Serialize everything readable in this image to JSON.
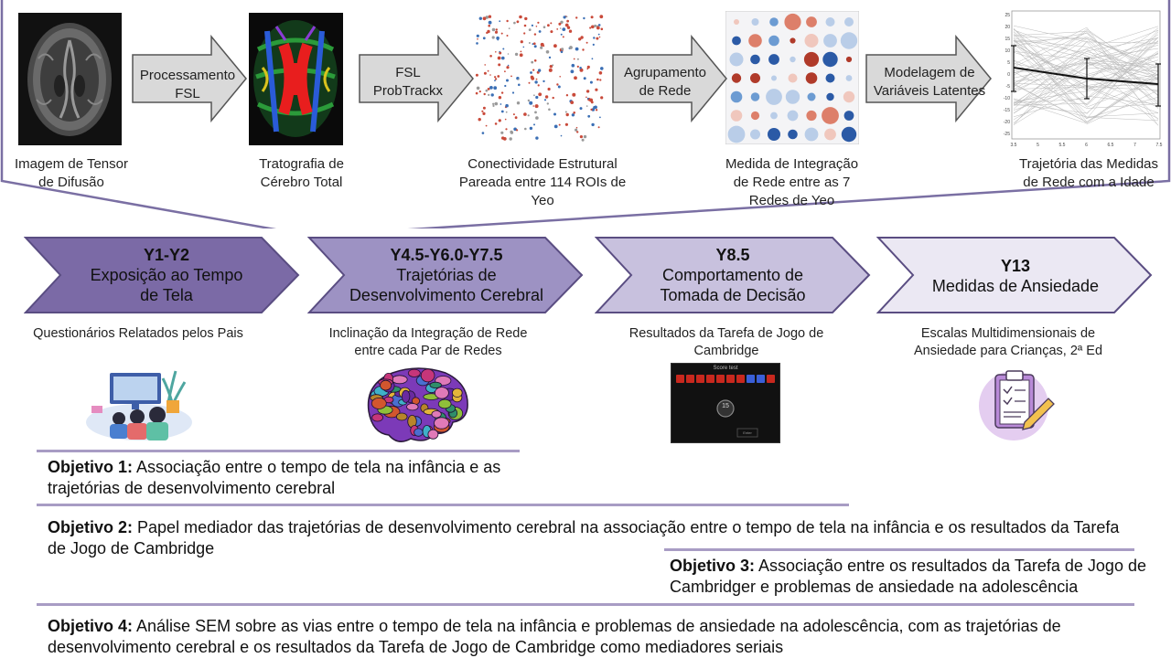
{
  "pipeline": {
    "steps": [
      {
        "caption": "Imagem de Tensor de Difusão"
      },
      {
        "caption": "Tratografia de Cérebro Total"
      },
      {
        "caption": "Conectividade Estrutural Pareada entre 114 ROIs de Yeo"
      },
      {
        "caption": "Medida de Integração de Rede entre as 7 Redes de Yeo"
      },
      {
        "caption": "Trajetória das Medidas de Rede com a Idade"
      }
    ],
    "arrows": [
      {
        "label": "Processamento FSL"
      },
      {
        "label": "FSL ProbTrackx"
      },
      {
        "label": "Agrupamento de Rede"
      },
      {
        "label": "Modelagem de Variáveis Latentes"
      }
    ],
    "trajectory_plot": {
      "y_ticks": [
        "25",
        "20",
        "15",
        "10",
        "5",
        "0",
        "-5",
        "-10",
        "-15",
        "-20",
        "-25"
      ],
      "x_ticks": [
        "3.5",
        "5",
        "5.5",
        "6",
        "6.5",
        "7",
        "7.5"
      ]
    }
  },
  "timeline": [
    {
      "code": "Y1-Y2",
      "title": "Exposição ao Tempo de Tela",
      "description": "Questionários Relatados pelos Pais",
      "color": "#7b6aa6"
    },
    {
      "code": "Y4.5-Y6.0-Y7.5",
      "title": "Trajetórias de Desenvolvimento Cerebral",
      "description": "Inclinação da Integração de Rede entre cada Par de Redes",
      "color": "#9d92c3"
    },
    {
      "code": "Y8.5",
      "title": "Comportamento de Tomada de Decisão",
      "description": "Resultados da Tarefa de Jogo de Cambridge",
      "color": "#c8c1de"
    },
    {
      "code": "Y13",
      "title": "Medidas de Ansiedade",
      "description": "Escalas Multidimensionais de Ansiedade para Crianças, 2ª Ed",
      "color": "#ebe8f3"
    }
  ],
  "task_screen": {
    "header": "Score test",
    "center": "15",
    "button": "Enter"
  },
  "objectives": [
    {
      "label": "Objetivo 1:",
      "text": "Associação entre o tempo de tela na infância e as trajetórias de desenvolvimento cerebral"
    },
    {
      "label": "Objetivo 2:",
      "text": "Papel mediador das trajetórias de desenvolvimento cerebral na associação entre o tempo de tela na infância e os resultados da Tarefa de  Jogo de Cambridge"
    },
    {
      "label": "Objetivo 3:",
      "text": "Associação entre os resultados da Tarefa de Jogo de Cambridger e problemas de ansiedade na adolescência"
    },
    {
      "label": "Objetivo 4:",
      "text": "Análise SEM sobre as vias entre o tempo de tela na infância e problemas de ansiedade na adolescência, com as trajetórias de desenvolvimento cerebral e os resultados da Tarefa de  Jogo de Cambridge como mediadores seriais"
    }
  ],
  "colors": {
    "frame": "#7a6fa3",
    "rule": "#a89cc4",
    "arrow_fill": "#d9d9d9",
    "arrow_stroke": "#555555"
  }
}
